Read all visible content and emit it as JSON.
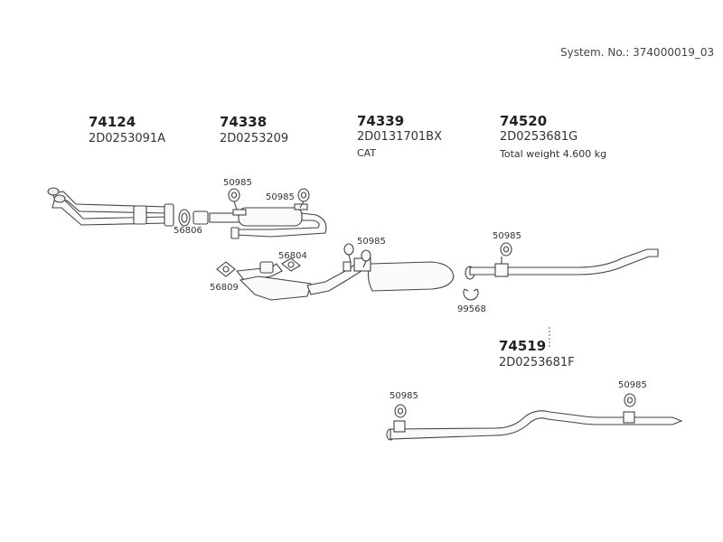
{
  "system_number": "System. No.: 374000019_03",
  "parts": [
    {
      "number": "74124",
      "code": "2D0253091A",
      "extra": ""
    },
    {
      "number": "74338",
      "code": "2D0253209",
      "extra": ""
    },
    {
      "number": "74339",
      "code": "2D0131701BX",
      "extra": "CAT"
    },
    {
      "number": "74520",
      "code": "2D0253681G",
      "extra": "Total weight 4.600 kg"
    },
    {
      "number": "74519",
      "code": "2D0253681F",
      "extra": ""
    }
  ],
  "callouts": {
    "hanger_a": "50985",
    "hanger_b": "50985",
    "hanger_c": "50985",
    "hanger_d": "50985",
    "hanger_e": "50985",
    "hanger_f": "50985",
    "gasket_56806": "56806",
    "gasket_56804": "56804",
    "gasket_56809": "56809",
    "clamp_99568": "99568"
  }
}
